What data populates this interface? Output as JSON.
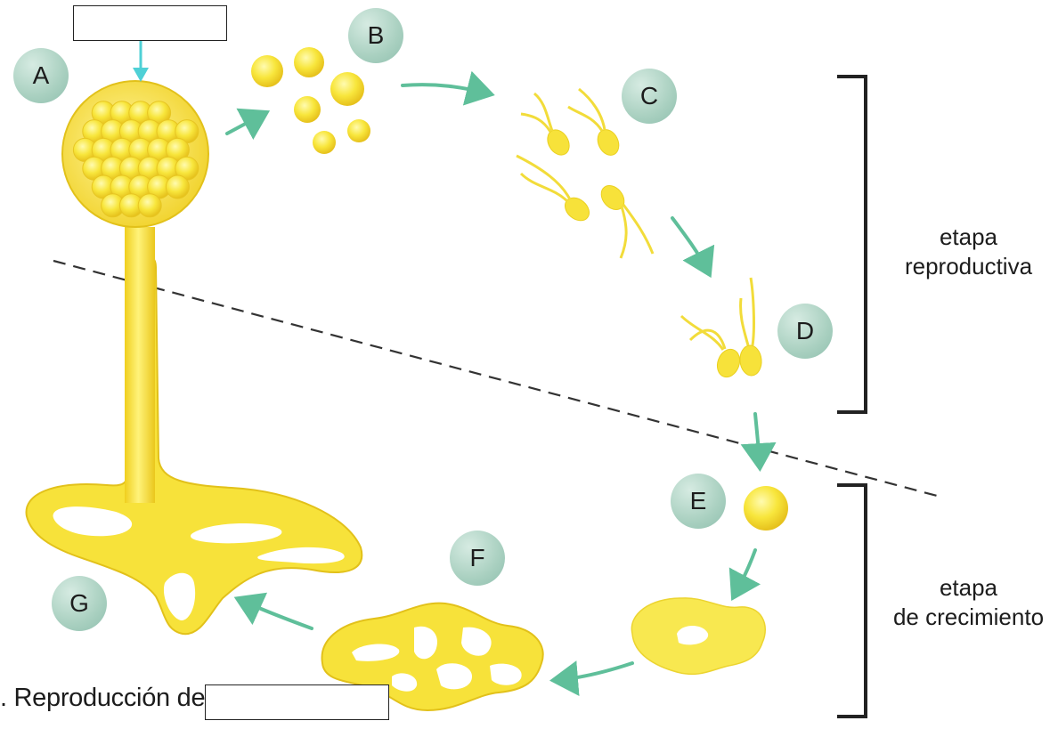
{
  "diagram": {
    "stage_labels": {
      "A": "A",
      "B": "B",
      "C": "C",
      "D": "D",
      "E": "E",
      "F": "F",
      "G": "G"
    },
    "phases": {
      "reproductive": [
        "etapa",
        "reproductiva"
      ],
      "growth": [
        "etapa",
        "de crecimiento"
      ]
    },
    "caption_text": ". Reproducción de",
    "answer_boxes": [
      "",
      ""
    ],
    "colors": {
      "organism_yellow": "#f7e23a",
      "organism_light": "#fff58a",
      "badge_green": "#a9d0c0",
      "arrow_teal": "#5fbf9a",
      "arrow_cyan": "#4fd0d6"
    }
  }
}
